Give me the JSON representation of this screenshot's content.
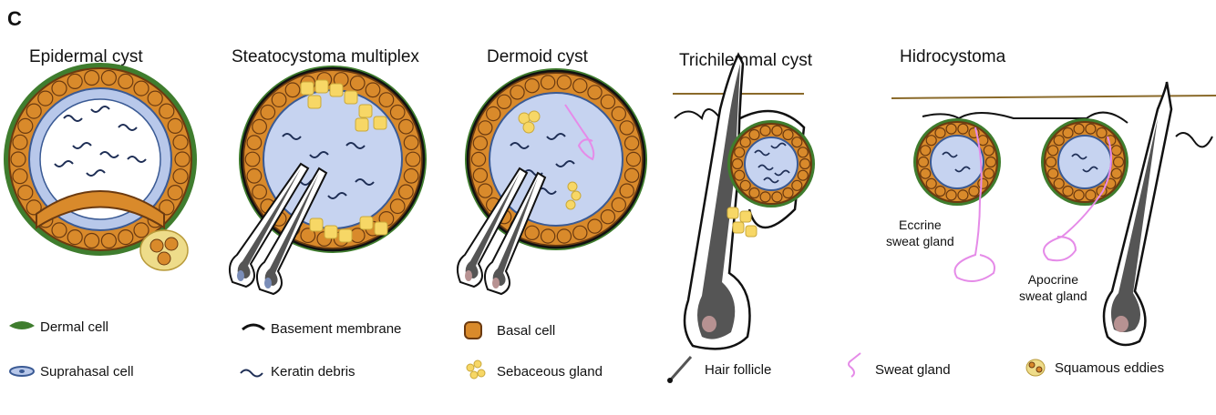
{
  "panel_letter": "C",
  "titles": {
    "epidermal": "Epidermal cyst",
    "steatocystoma": "Steatocystoma multiplex",
    "dermoid": "Dermoid cyst",
    "trichilemmal": "Trichilemmal cyst",
    "hidrocystoma": "Hidrocystoma"
  },
  "labels": {
    "eccrine_line1": "Eccrine",
    "eccrine_line2": "sweat gland",
    "apocrine_line1": "Apocrine",
    "apocrine_line2": "sweat gland"
  },
  "legend": {
    "dermal_cell": "Dermal cell",
    "suprabasal_cell": "Suprahasal cell",
    "basement_membrane": "Basement membrane",
    "keratin_debris": "Keratin debris",
    "basal_cell": "Basal cell",
    "sebaceous_gland": "Sebaceous gland",
    "hair_follicle": "Hair follicle",
    "sweat_gland": "Sweat gland",
    "squamous_eddies": "Squamous eddies"
  },
  "colors": {
    "dermal": "#3f7d2e",
    "basal_fill": "#d98a2b",
    "basal_stroke": "#6b3a10",
    "suprabasal": "#b8c8ea",
    "suprabasal_stroke": "#3a5a94",
    "keratin": "#1e2e55",
    "sebaceous": "#f7d766",
    "sweat": "#e58be8",
    "hair": "#555555",
    "skin_line": "#8a6a2a",
    "lumen": "#c6d3f0"
  }
}
